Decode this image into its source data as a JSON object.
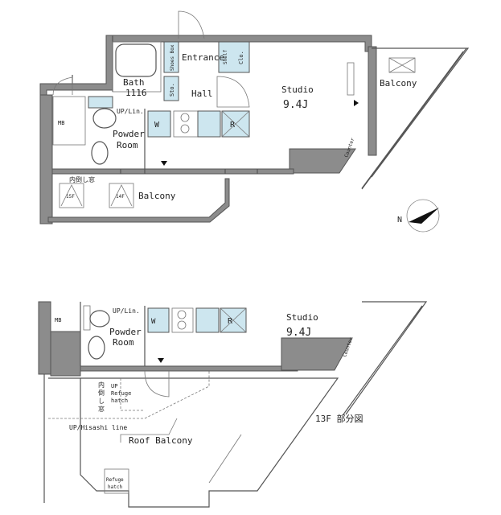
{
  "upper_plan": {
    "entrance": "Entrance",
    "shoes_box": "Shoes Box",
    "shelf": "Shelf",
    "closet": "Clo.",
    "bath": "Bath",
    "bath_size": "1116",
    "storage": "Sto.",
    "hall": "Hall",
    "washer": "W",
    "fridge": "R",
    "up_lin": "UP/Lin.",
    "powder_room_1": "Powder",
    "powder_room_2": "Room",
    "mb": "MB",
    "studio": "Studio",
    "studio_size": "9.4J",
    "balcony_right": "Balcony",
    "counter": "Counter",
    "window_note": "内倒し窓",
    "floor_15": "15F",
    "floor_14": "14F",
    "balcony": "Balcony"
  },
  "compass": {
    "label": "N",
    "icon": "north-arrow-icon"
  },
  "lower_plan": {
    "mb": "MB",
    "up_lin": "UP/Lin.",
    "washer": "W",
    "fridge": "R",
    "powder_room_1": "Powder",
    "powder_room_2": "Room",
    "studio": "Studio",
    "studio_size": "9.4J",
    "counter": "Counter",
    "window_note": [
      "内",
      "倒",
      "し",
      "窓"
    ],
    "up_refuge_1": "UP",
    "up_refuge_2": "Refuge",
    "up_refuge_3": "hatch",
    "hisashi_line": "UP/Hisashi line",
    "roof_balcony": "Roof Balcony",
    "refuge_hatch_1": "Refuge",
    "refuge_hatch_2": "hatch",
    "caption": "13F 部分図"
  }
}
